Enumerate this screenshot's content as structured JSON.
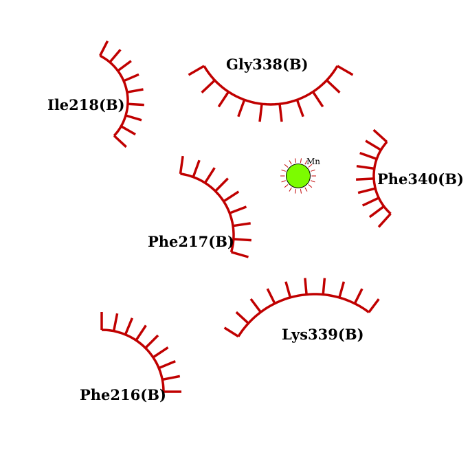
{
  "colors": {
    "hydrophobic": "#c00000",
    "ligand_fill": "#7cfc00",
    "ligand_stroke": "#000000",
    "ligand_rays": "#c00000",
    "text": "#000000"
  },
  "ligand": {
    "name": "Mn"
  },
  "residues": [
    {
      "id": "gly338",
      "label": "Gly338(B)",
      "facing": "down"
    },
    {
      "id": "ile218",
      "label": "Ile218(B)",
      "facing": "left"
    },
    {
      "id": "phe340",
      "label": "Phe340(B)",
      "facing": "right"
    },
    {
      "id": "phe217",
      "label": "Phe217(B)",
      "facing": "left"
    },
    {
      "id": "lys339",
      "label": "Lys339(B)",
      "facing": "down"
    },
    {
      "id": "phe216",
      "label": "Phe216(B)",
      "facing": "down-left"
    }
  ]
}
